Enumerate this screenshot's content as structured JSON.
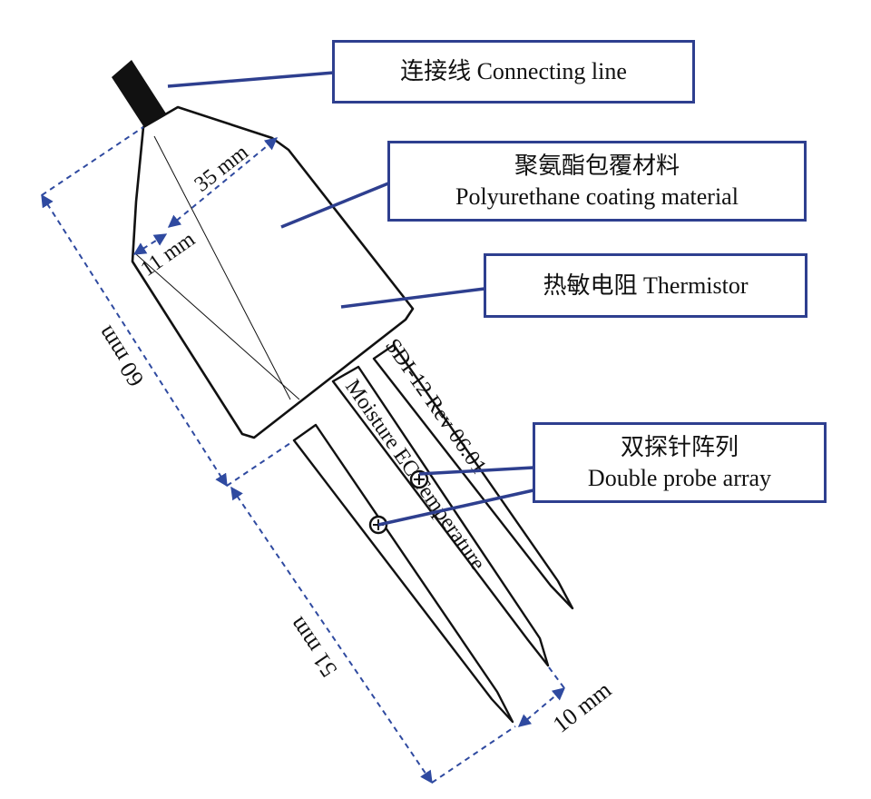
{
  "callouts": {
    "connecting_line": {
      "text": "连接线 Connecting line"
    },
    "coating": {
      "zh": "聚氨酯包覆材料",
      "en": "Polyurethane coating material"
    },
    "thermistor": {
      "text": "热敏电阻 Thermistor"
    },
    "probe_array": {
      "zh": "双探针阵列",
      "en": "Double probe array"
    }
  },
  "dimensions": {
    "width_top": "35 mm",
    "width_side": "11 mm",
    "body_length": "60 mm",
    "probe_length": "51 mm",
    "probe_spacing": "10 mm"
  },
  "probe_labels": {
    "sdi": "SDI-12  Rev 06.01",
    "moisture": "Moisture  EC Temperature"
  },
  "colors": {
    "callout_border": "#2e3f8f",
    "leader_line": "#2e3f8f",
    "dimension_line": "#2f4aa0",
    "outline": "#111111",
    "cable": "#111111"
  }
}
